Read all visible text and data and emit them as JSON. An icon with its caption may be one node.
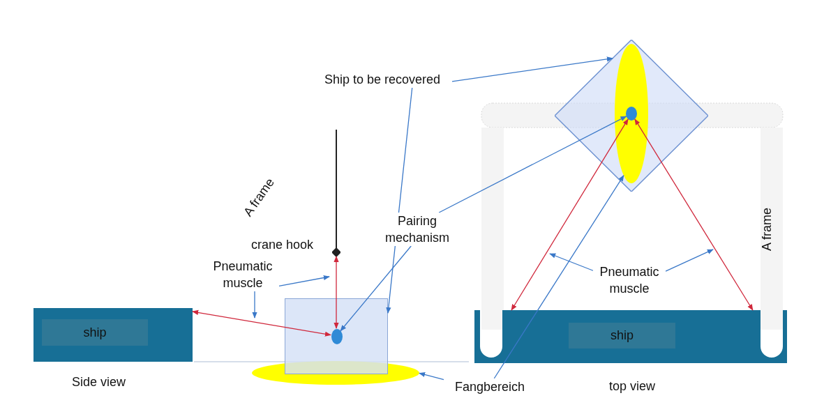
{
  "diagram": {
    "nodes": [
      {
        "text": [
          "Ship to be recovered"
        ]
      },
      {
        "text": [
          "Pairing mechanism"
        ]
      },
      {
        "text": [],
        "shape": "diamond"
      },
      {
        "text": [
          "Pneumatic muscle"
        ]
      },
      {
        "text": [
          "Pneumatic muscle"
        ]
      },
      {
        "text": [
          "Fangbereich"
        ]
      },
      {
        "text": [
          "ship"
        ]
      },
      {
        "text": [],
        "shape": "box"
      },
      {
        "text": [],
        "shape": "circle",
        "in": 7
      },
      {
        "text": [],
        "shape": "ellipse"
      },
      {
        "text": [
          "ship"
        ]
      },
      {
        "text": [],
        "shape": "diamond"
      },
      {
        "text": [],
        "shape": "ellipse",
        "in": 11
      },
      {
        "text": [],
        "shape": "circle",
        "in": 12
      }
    ],
    "edges": [
      {
        "from": 0,
        "to": 7,
        "arrow": "to"
      },
      {
        "from": 0,
        "to": 11,
        "arrow": "to"
      },
      {
        "from": 1,
        "to": 8,
        "arrow": "to"
      },
      {
        "from": 1,
        "to": 13,
        "arrow": "to"
      },
      {
        "from": 3,
        "to": null,
        "arrow": "to"
      },
      {
        "from": 3,
        "to": null,
        "arrow": "to"
      },
      {
        "from": 4,
        "to": null,
        "arrow": "to"
      },
      {
        "from": 4,
        "to": null,
        "arrow": "to"
      },
      {
        "from": 5,
        "to": 9,
        "arrow": "to"
      },
      {
        "from": 5,
        "to": 12,
        "arrow": "to"
      },
      {
        "from": 8,
        "to": 6,
        "arrow": "both",
        "color": "#d0283c"
      },
      {
        "from": 8,
        "to": 2,
        "arrow": "both",
        "color": "#d0283c"
      },
      {
        "from": 13,
        "to": 10,
        "arrow": "both",
        "color": "#d0283c"
      },
      {
        "from": 13,
        "to": 10,
        "arrow": "both",
        "color": "#d0283c"
      }
    ],
    "labels": [
      "A frame",
      "crane hook",
      "Side view",
      "top view",
      "A frame"
    ]
  }
}
